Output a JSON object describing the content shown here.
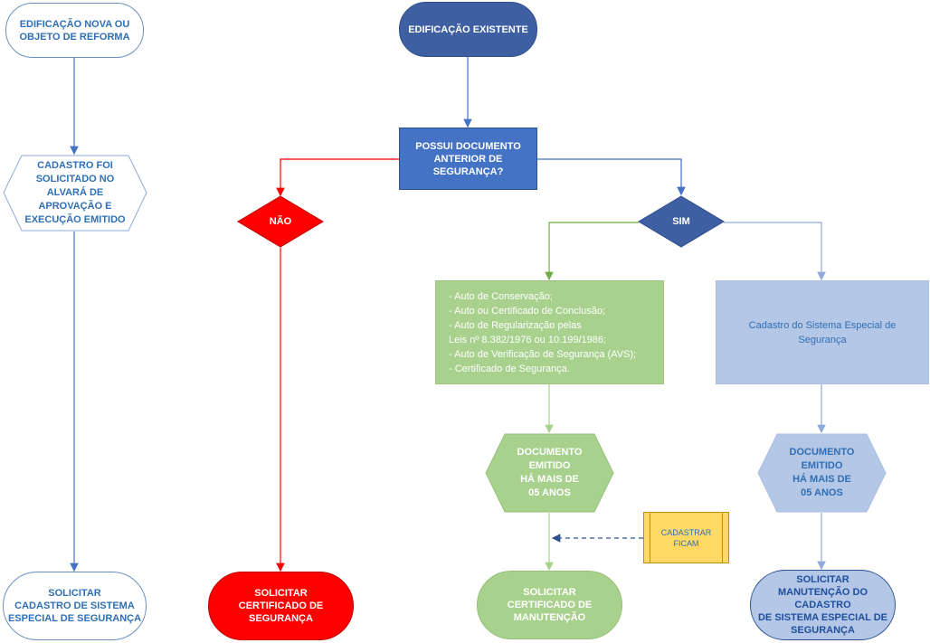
{
  "nodes": {
    "nova": "EDIFICAÇÃO NOVA OU OBJETO DE REFORMA",
    "existente": "EDIFICAÇÃO EXISTENTE",
    "possui": "POSSUI DOCUMENTO ANTERIOR DE SEGURANÇA?",
    "cadastro_foi": [
      "CADASTRO FOI",
      "SOLICITADO NO",
      "ALVARÁ DE",
      "APROVAÇÃO E",
      "EXECUÇÃO EMITIDO"
    ],
    "nao": "NÃO",
    "sim": "SIM",
    "docs_list": [
      "- Auto de Conservação;",
      "- Auto ou Certificado de Conclusão;",
      "- Auto de Regularização pelas",
      "Leis nº 8.382/1976 ou 10.199/1986;",
      "- Auto de Verificação de Segurança (AVS);",
      "- Certificado de Segurança."
    ],
    "cadastro_sistema": "Cadastro do Sistema Especial de Segurança",
    "doc_emitido_green": [
      "DOCUMENTO",
      "EMITIDO",
      "HÁ MAIS DE",
      "05 ANOS"
    ],
    "doc_emitido_blue": [
      "DOCUMENTO",
      "EMITIDO",
      "HÁ MAIS DE",
      "05 ANOS"
    ],
    "cadastrar_ficam": [
      "CADASTRAR",
      "FICAM"
    ],
    "sol_cadastro": [
      "SOLICITAR",
      "CADASTRO DE SISTEMA",
      "ESPECIAL DE SEGURANÇA"
    ],
    "sol_certificado_seg": [
      "SOLICITAR",
      "CERTIFICADO DE",
      "SEGURANÇA"
    ],
    "sol_certificado_man": [
      "SOLICITAR",
      "CERTIFICADO DE",
      "MANUTENÇÃO"
    ],
    "sol_manutencao": [
      "SOLICITAR",
      "MANUTENÇÃO DO CADASTRO",
      "DE SISTEMA ESPECIAL DE",
      "SEGURANÇA"
    ]
  },
  "colors": {
    "dark_blue": "#4472c4",
    "red": "#ff0000",
    "green": "#a9d18e",
    "light_blue": "#b4c7e7",
    "yellow": "#ffd966",
    "text_blue": "#2e6fb5"
  }
}
